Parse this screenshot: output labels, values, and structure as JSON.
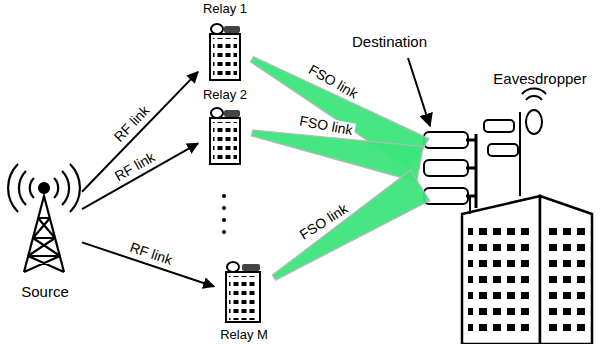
{
  "diagram": {
    "nodes": [
      {
        "text": [
          "Source"
        ]
      },
      {
        "text": [
          "Relay 1"
        ]
      },
      {
        "text": [
          "Relay 2"
        ]
      },
      {
        "text": [
          "Relay M"
        ]
      },
      {
        "text": [
          "Destination"
        ]
      },
      {
        "text": [
          "Eavesdropper"
        ]
      }
    ],
    "edges": [
      {
        "from": 0,
        "to": 1,
        "label": "RF link",
        "arrow": "to"
      },
      {
        "from": 0,
        "to": 2,
        "label": "RF link",
        "arrow": "to"
      },
      {
        "from": 0,
        "to": 3,
        "label": "RF link",
        "arrow": "to"
      },
      {
        "from": 1,
        "to": 4,
        "label": "FSO link",
        "arrow": "none"
      },
      {
        "from": 2,
        "to": 4,
        "label": "FSO link",
        "arrow": "none"
      },
      {
        "from": 3,
        "to": 4,
        "label": "FSO link",
        "arrow": "none"
      }
    ]
  }
}
